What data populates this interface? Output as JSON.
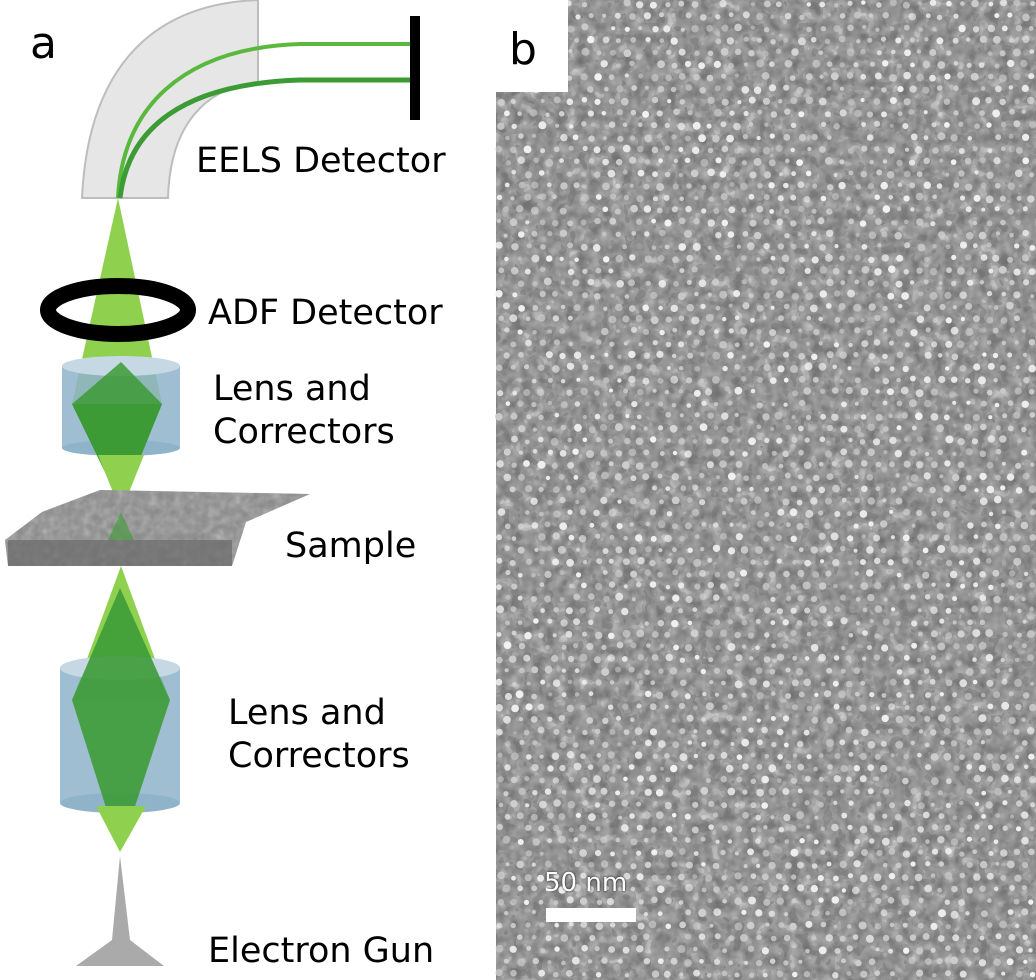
{
  "panels": {
    "a": "a",
    "b": "b"
  },
  "labels": {
    "eels_detector": "EELS Detector",
    "adf_detector": "ADF Detector",
    "lens_upper": [
      "Lens and",
      "Correctors"
    ],
    "sample": "Sample",
    "lens_lower": [
      "Lens and",
      "Correctors"
    ],
    "electron_gun": "Electron Gun"
  },
  "micrograph": {
    "scale_bar_label": "50 nm"
  },
  "colors": {
    "beam_light": "#8fd14f",
    "beam_dark": "#3d9b36",
    "lens_fill": "#8fb3c9",
    "spectrometer_fill": "#e6e6e6",
    "detector_ring": "#000000",
    "gun": "#aaaaaa"
  }
}
